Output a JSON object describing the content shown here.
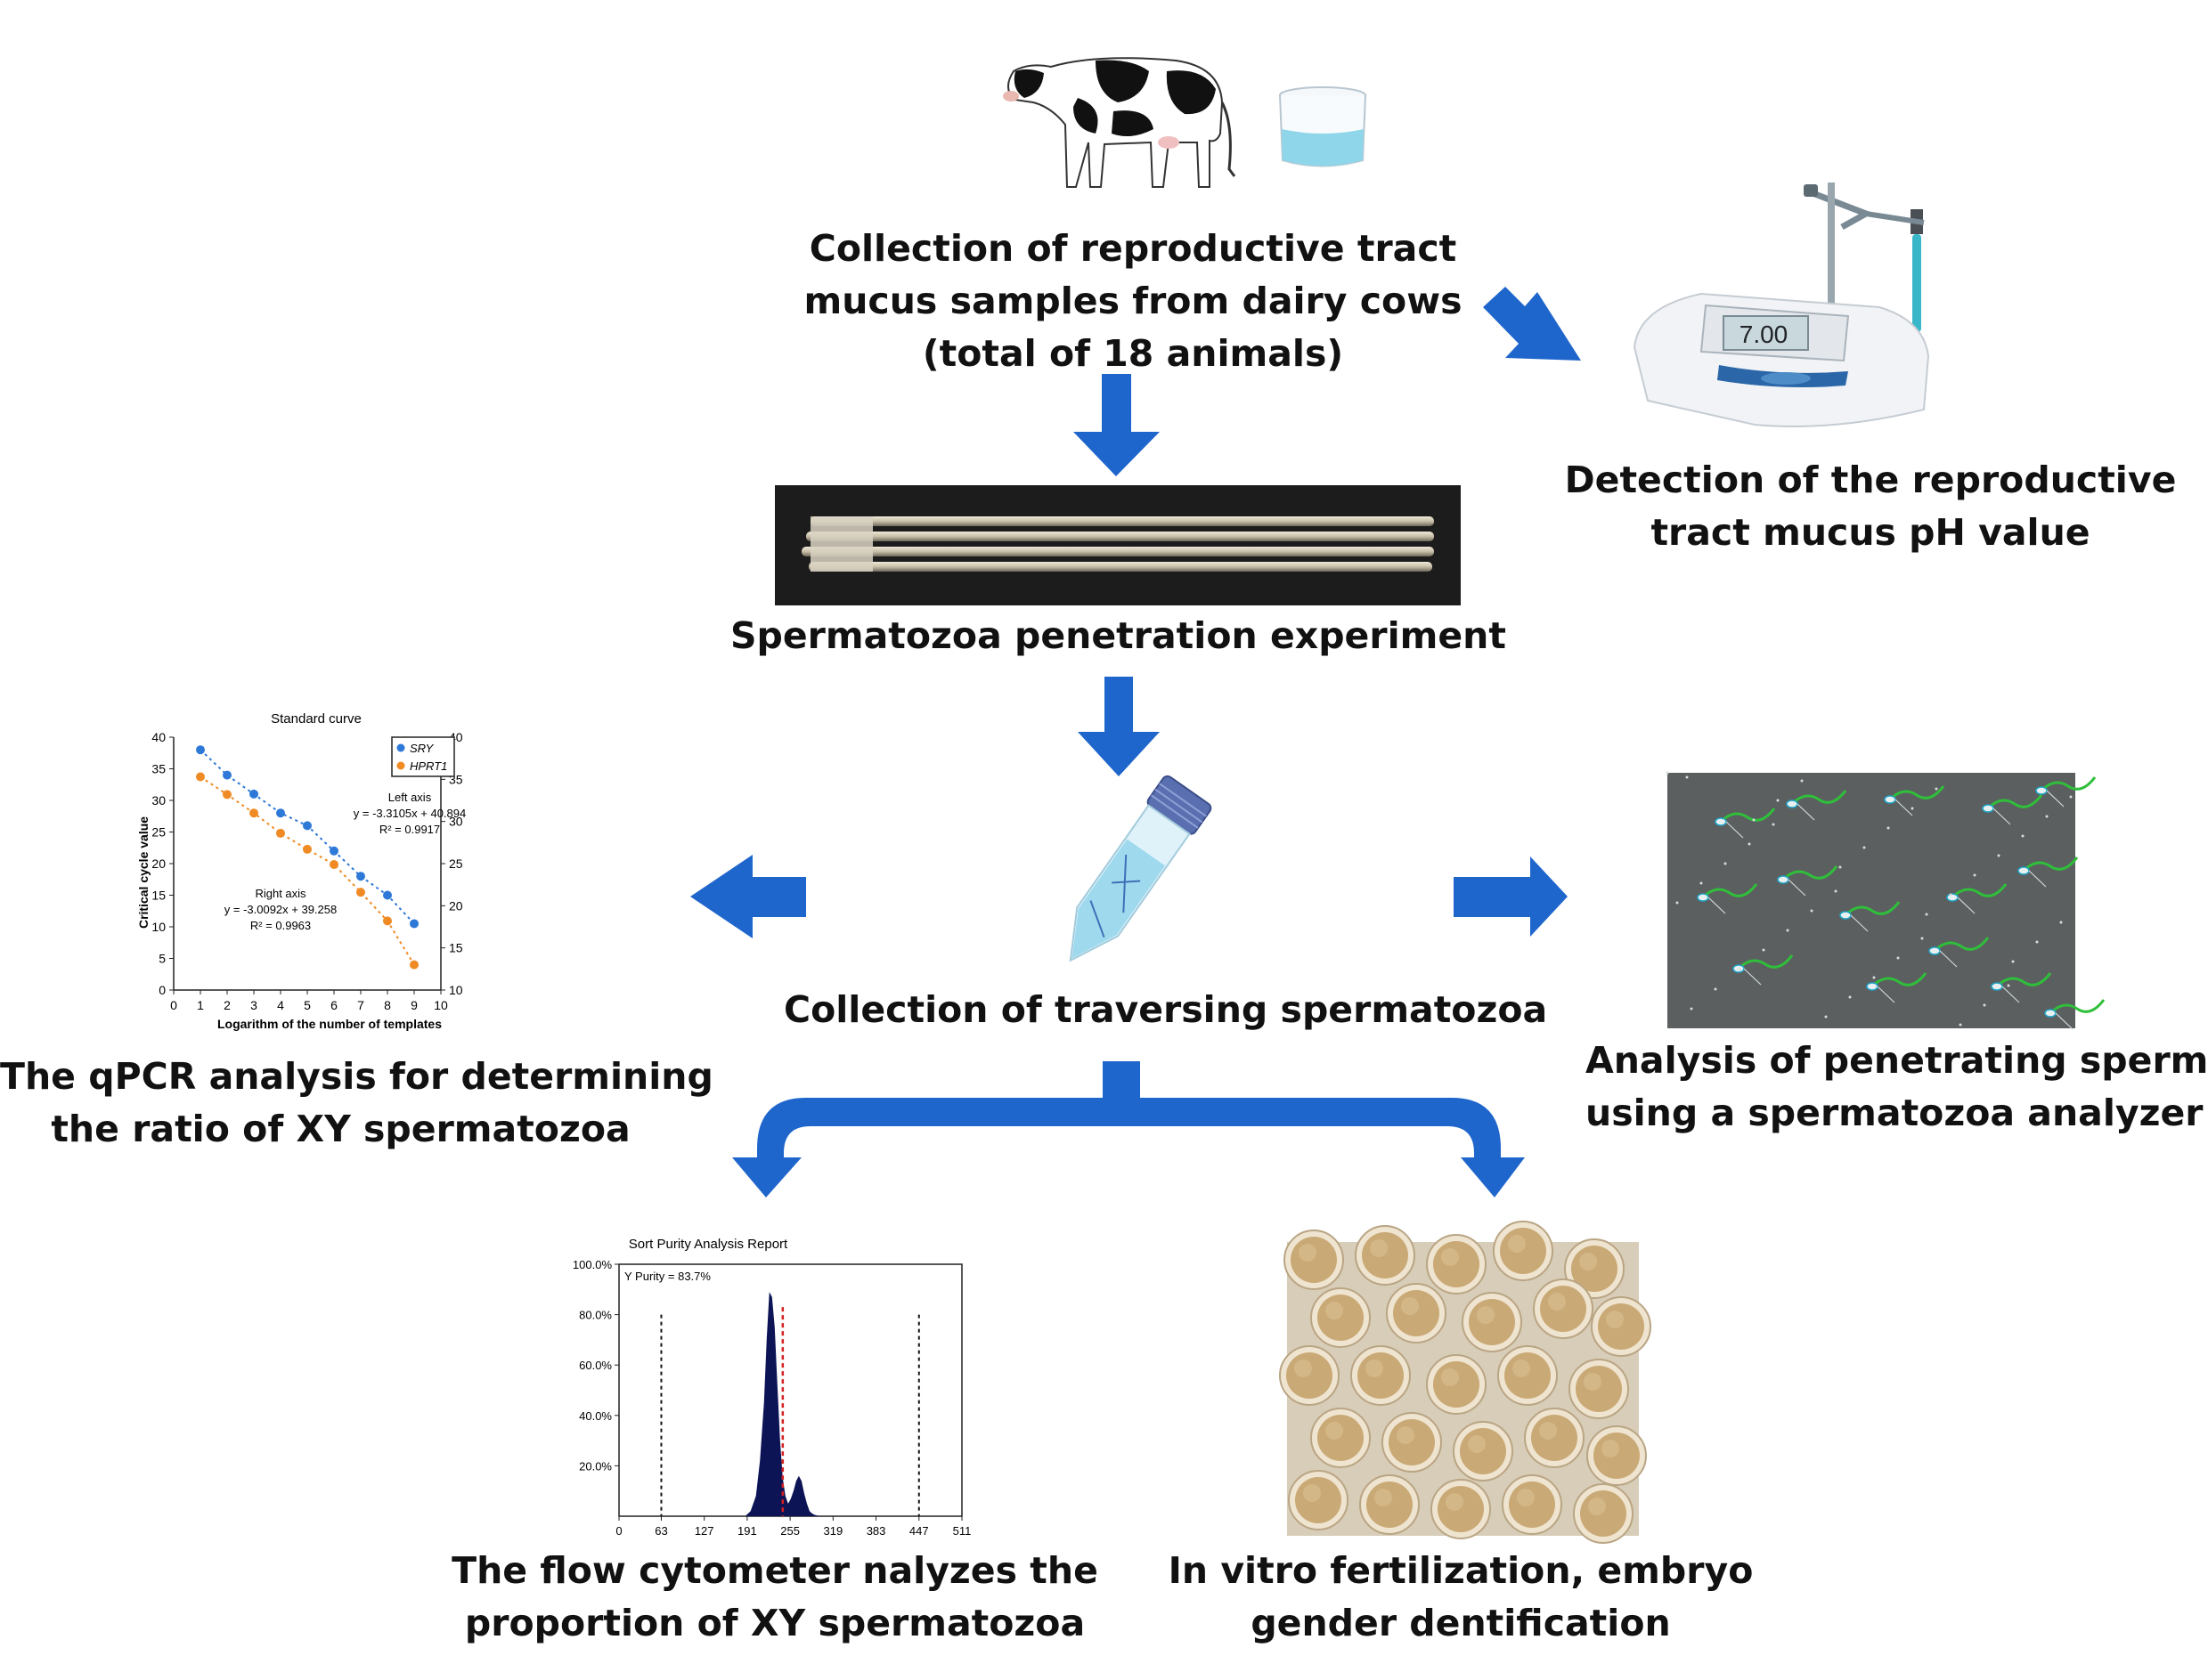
{
  "steps": {
    "collection": {
      "line1": "Collection of reproductive tract",
      "line2": "mucus samples from dairy cows",
      "line3": "(total of 18 animals)"
    },
    "ph": {
      "line1": "Detection of the  reproductive",
      "line2": "tract mucus pH value",
      "meter_display": "7.00"
    },
    "penetration": {
      "label": "Spermatozoa penetration experiment"
    },
    "traversing": {
      "label": "Collection of traversing spermatozoa"
    },
    "qpcr": {
      "line1": "The qPCR analysis for determining",
      "line2": "the ratio of XY spermatozoa"
    },
    "analyzer": {
      "line1": "Analysis of penetrating sperm",
      "line2": "using a spermatozoa analyzer"
    },
    "flow": {
      "line1": "The flow cytometer nalyzes the",
      "line2": "proportion of XY spermatozoa"
    },
    "ivf": {
      "line1": "In vitro fertilization, embryo",
      "line2": "gender dentification"
    }
  },
  "colors": {
    "arrow": "#1f66cc",
    "sry": "#2e78d8",
    "hprt1": "#f08a24",
    "histogram": "#0d1456",
    "cutoff": "#d42020"
  },
  "chart_data": [
    {
      "type": "scatter",
      "title": "Standard curve",
      "xlabel": "Logarithm of the number of templates",
      "ylabel": "Critical cycle value",
      "xlim": [
        0,
        10
      ],
      "ylim": [
        0,
        40
      ],
      "y2lim": [
        10,
        40
      ],
      "x_ticks": [
        "0",
        "1",
        "2",
        "3",
        "4",
        "5",
        "6",
        "7",
        "8",
        "9",
        "10"
      ],
      "y_ticks": [
        "0",
        "5",
        "10",
        "15",
        "20",
        "25",
        "30",
        "35",
        "40"
      ],
      "y2_ticks": [
        "10",
        "15",
        "20",
        "25",
        "30",
        "35",
        "40"
      ],
      "legend": "top-right",
      "series": [
        {
          "name": "SRY",
          "axis": "left",
          "x": [
            1,
            2,
            3,
            4,
            5,
            6,
            7,
            8,
            9
          ],
          "y": [
            38,
            34,
            31,
            28,
            26,
            22,
            18,
            15,
            10.5
          ],
          "annotation": {
            "title": "Left axis",
            "equation": "y = -3.3105x + 40.894",
            "r2": "R² = 0.9917"
          }
        },
        {
          "name": "HPRT1",
          "axis": "right",
          "x": [
            1,
            2,
            3,
            4,
            5,
            6,
            7,
            8,
            9
          ],
          "y": [
            35.3,
            33.2,
            31,
            28.6,
            26.7,
            24.9,
            21.6,
            18.2,
            13
          ],
          "annotation": {
            "title": "Right axis",
            "equation": "y = -3.0092x + 39.258",
            "r2": "R² = 0.9963"
          }
        }
      ]
    },
    {
      "type": "area",
      "title": "Sort Purity Analysis Report",
      "annotation": "Y Purity = 83.7%",
      "xlim": [
        0,
        511
      ],
      "ylim": [
        0,
        100
      ],
      "x_ticks": [
        "0",
        "63",
        "127",
        "191",
        "255",
        "319",
        "383",
        "447",
        "511"
      ],
      "y_ticks": [
        "20.0%",
        "40.0%",
        "60.0%",
        "80.0%",
        "100.0%"
      ],
      "gates": [
        63,
        447
      ],
      "cutoff": 244,
      "series": [
        {
          "x": [
            188,
            196,
            204,
            210,
            216,
            220,
            224,
            228,
            232,
            236,
            240,
            244,
            248,
            252,
            256,
            260,
            264,
            268,
            272,
            276,
            280,
            284,
            288,
            292,
            296,
            300
          ],
          "y": [
            0,
            2,
            8,
            22,
            45,
            70,
            89,
            87,
            75,
            52,
            30,
            15,
            8,
            5,
            7,
            10,
            14,
            16,
            14,
            9,
            5,
            2,
            1,
            0.5,
            0.2,
            0
          ]
        }
      ]
    }
  ]
}
